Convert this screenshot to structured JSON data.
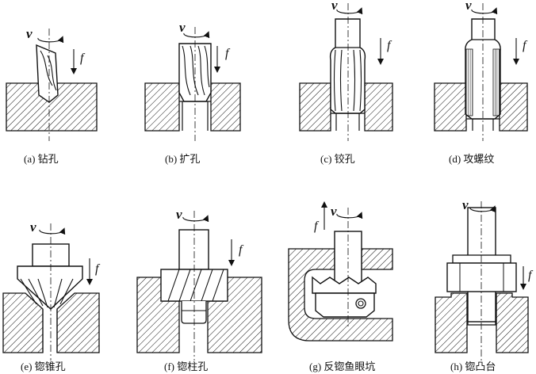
{
  "motion": {
    "speed_symbol": "v",
    "feed_symbol": "f"
  },
  "captions": {
    "a": "(a)  钻孔",
    "b": "(b)  扩孔",
    "c": "(c)  铰孔",
    "d": "(d)  攻螺纹",
    "e": "(e)  锪锥孔",
    "f": "(f)  锪柱孔",
    "g": "(g)  反锪鱼眼坑",
    "h": "(h)  锪凸台"
  }
}
